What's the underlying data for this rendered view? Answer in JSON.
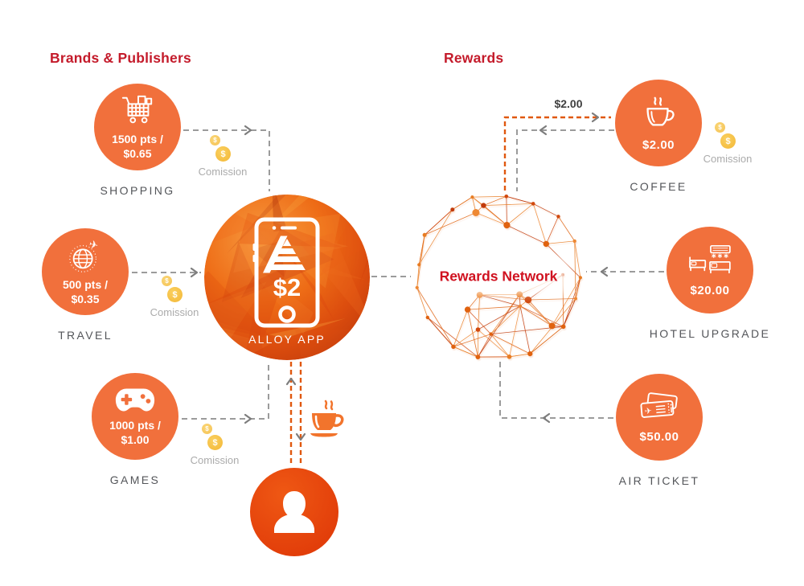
{
  "headings": {
    "left": "Brands & Publishers",
    "right": "Rewards"
  },
  "app": {
    "name": "ALLOY APP",
    "balance": "$2"
  },
  "network": {
    "label": "Rewards Network"
  },
  "icons": {
    "dollar": "$"
  },
  "brands": [
    {
      "caption": "SHOPPING",
      "points": "1500 pts /",
      "value": "$0.65",
      "commission_label": "Comission"
    },
    {
      "caption": "TRAVEL",
      "points": "500 pts /",
      "value": "$0.35",
      "commission_label": "Comission"
    },
    {
      "caption": "GAMES",
      "points": "1000 pts /",
      "value": "$1.00",
      "commission_label": "Comission"
    }
  ],
  "rewards": [
    {
      "caption": "COFFEE",
      "price": "$2.00",
      "commission_label": "Comission",
      "transfer_label": "$2.00"
    },
    {
      "caption": "HOTEL UPGRADE",
      "price": "$20.00"
    },
    {
      "caption": "AIR TICKET",
      "price": "$50.00"
    }
  ],
  "colors": {
    "orange": "#F1703C",
    "dark_orange": "#E8490F",
    "red": "#C41B2B",
    "network_red": "#D01220",
    "dash_gray": "#9B9B9B",
    "dash_orange": "#E0580F",
    "coin_gold": "#F5BE41",
    "label_gray": "#54565A",
    "commission_gray": "#ABABAB",
    "amount_dark": "#3F3F3F"
  }
}
